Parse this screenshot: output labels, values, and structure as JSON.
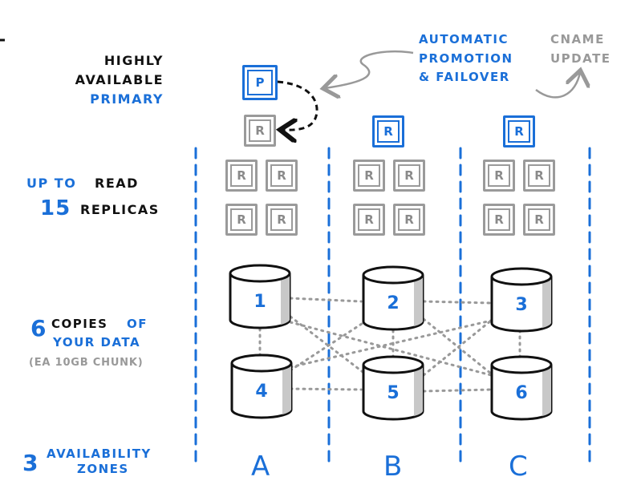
{
  "labels": {
    "primary_line1": "HIGHLY",
    "primary_line2": "AVAILABLE",
    "primary_line3": "PRIMARY",
    "replicas_upto": "UP TO",
    "replicas_read": "READ",
    "replicas_count": "15",
    "replicas_word": "REPLICAS",
    "copies_count": "6",
    "copies_word": "COPIES",
    "copies_of": "OF",
    "copies_line2": "YOUR DATA",
    "copies_line3": "(EA 10GB CHUNK)",
    "az_count": "3",
    "az_line1": "AVAILABILITY",
    "az_line2": "ZONES"
  },
  "callouts": {
    "failover_line1": "AUTOMATIC",
    "failover_line2": "PROMOTION",
    "failover_line3": "& FAILOVER",
    "cname_line1": "CNAME",
    "cname_line2": "UPDATE"
  },
  "nodes": {
    "primary": "P",
    "replica": "R"
  },
  "storage": [
    "1",
    "2",
    "3",
    "4",
    "5",
    "6"
  ],
  "zones": [
    "A",
    "B",
    "C"
  ],
  "colors": {
    "blue": "#1a6fd8",
    "black": "#111111",
    "gray": "#999999"
  }
}
